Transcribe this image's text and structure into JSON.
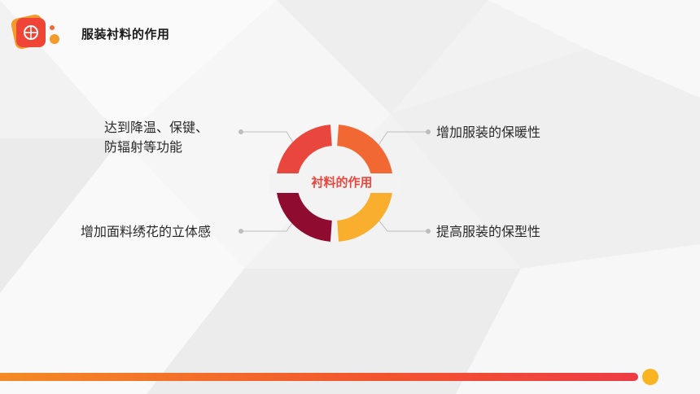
{
  "page": {
    "title": "服装衬料的作用"
  },
  "diagram": {
    "center_label": "衬料的作用",
    "items": [
      {
        "label": "达到降温、保键、防辐射等功能",
        "color": "#e9473e"
      },
      {
        "label": "增加服装的保暖性",
        "color": "#f26833"
      },
      {
        "label": "增加面料绣花的立体感",
        "color": "#8f0b2f"
      },
      {
        "label": "提高服装的保型性",
        "color": "#f9ae2e"
      }
    ]
  },
  "colors": {
    "accent": "#f2542e",
    "dot": "#f9b521"
  }
}
